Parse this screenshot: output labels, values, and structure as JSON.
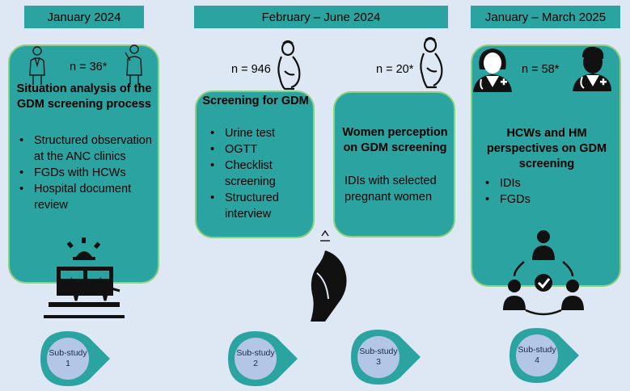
{
  "periods": [
    "January 2024",
    "February – June 2024",
    "January – March 2025"
  ],
  "sub1": {
    "count": "n = 36*",
    "title": "Situation analysis of the GDM screening process",
    "items": [
      "Structured observation at the ANC clinics",
      "FGDs with HCWs",
      "Hospital document review"
    ]
  },
  "sub2": {
    "count": "n = 946",
    "title": "Screening for GDM",
    "items": [
      "Urine test",
      "OGTT",
      "Checklist screening",
      "Structured interview"
    ]
  },
  "sub3": {
    "count": "n = 20*",
    "title": "Women perception on GDM screening",
    "text": "IDIs with selected pregnant women"
  },
  "sub4": {
    "count": "n = 58*",
    "title": "HCWs and HM perspectives on GDM screening",
    "items": [
      "IDIs",
      "FGDs"
    ]
  },
  "badges": [
    "Sub-study 1",
    "Sub-study 2",
    "Sub-study 3",
    "Sub-study 4"
  ],
  "colors": {
    "panel": "#2ba3a1",
    "panel_border": "#8ed081",
    "background": "#dee8f4",
    "badge": "#2ba3a1",
    "badge_inner": "#b3c6e6"
  }
}
